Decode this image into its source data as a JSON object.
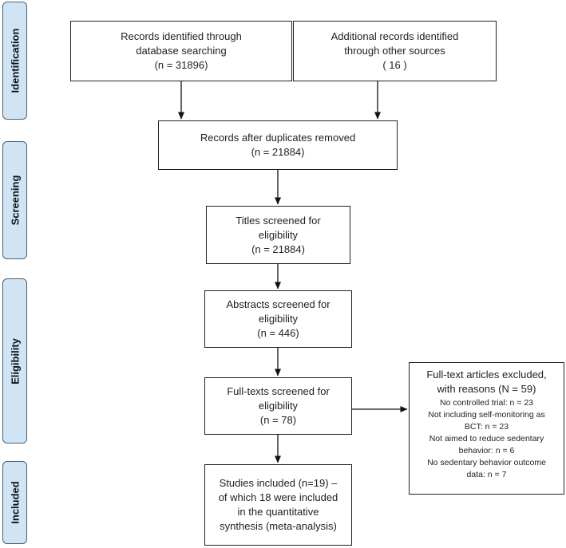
{
  "phases": {
    "identification": "Identification",
    "screening": "Screening",
    "eligibility": "Eligibility",
    "included": "Included"
  },
  "boxes": {
    "database_records": "Records identified through\ndatabase searching\n(n = 31896)",
    "other_records": "Additional records identified\nthrough other sources\n( 16 )",
    "duplicates_removed": "Records after duplicates removed\n(n = 21884)",
    "titles_screened": "Titles screened for\neligibility\n(n = 21884)",
    "abstracts_screened": "Abstracts screened for\neligibility\n(n =  446)",
    "fulltexts_screened": "Full-texts screened for\neligibility\n(n = 78)",
    "studies_included": "Studies included (n=19) –\nof which 18 were included\nin the quantitative\nsynthesis (meta-analysis)"
  },
  "exclusions": {
    "heading": "Full-text articles excluded,\nwith reasons (N = 59)",
    "reasons": [
      "No controlled trial: n = 23",
      "Not including self-monitoring as\nBCT: n = 23",
      "Not aimed to reduce sedentary\nbehavior: n = 6",
      "No sedentary behavior outcome\ndata: n = 7"
    ]
  }
}
